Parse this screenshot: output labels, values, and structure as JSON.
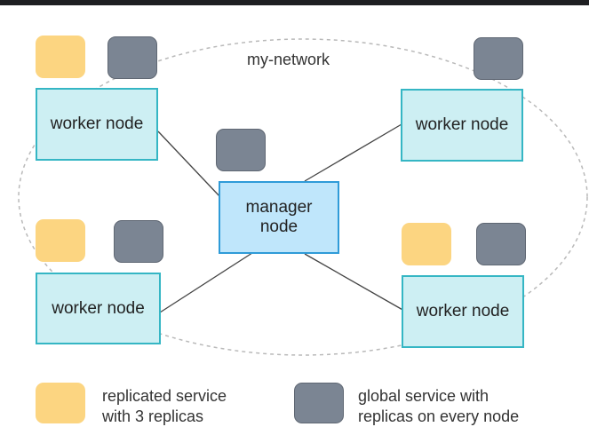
{
  "network": {
    "label": "my-network"
  },
  "nodes": {
    "worker_top_left": "worker node",
    "worker_top_right": "worker node",
    "worker_bottom_left": "worker node",
    "worker_bottom_right": "worker node",
    "manager_line1": "manager",
    "manager_line2": "node"
  },
  "legend": {
    "replicated_line1": "replicated service",
    "replicated_line2": "with 3 replicas",
    "global_line1": "global service with",
    "global_line2": "replicas on every node"
  },
  "colors": {
    "replicated_service": "#fcd581",
    "global_service": "#7b8593",
    "worker_fill": "#cdeff3",
    "worker_border": "#35b6c4",
    "manager_fill": "#bfe6fb",
    "manager_border": "#2f9bd8"
  }
}
